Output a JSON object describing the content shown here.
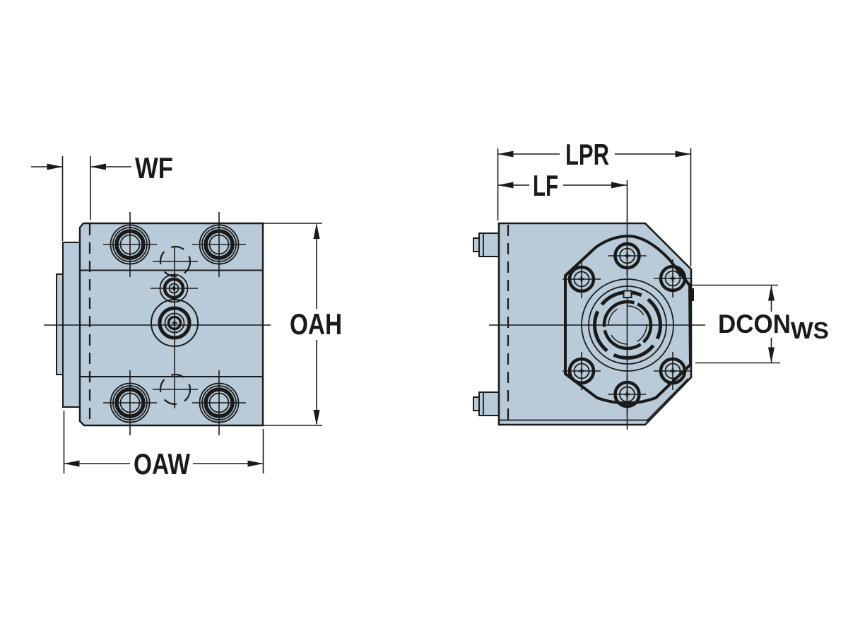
{
  "drawing": {
    "background": "#ffffff",
    "part_fill": "#b9cbd8",
    "line_color": "#1a1a1a",
    "front_view": {
      "dimensions": {
        "wf": {
          "label": "WF"
        },
        "oah": {
          "label": "OAH"
        },
        "oaw": {
          "label": "OAW"
        }
      }
    },
    "side_view": {
      "dimensions": {
        "lpr": {
          "label": "LPR"
        },
        "lf": {
          "label": "LF"
        },
        "dcon": {
          "label": "DCON",
          "subscript": "WS"
        }
      }
    }
  }
}
